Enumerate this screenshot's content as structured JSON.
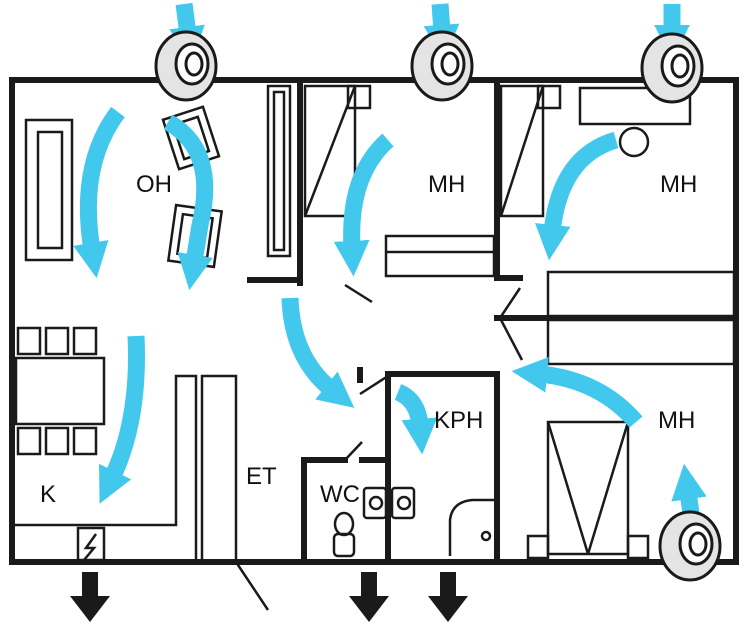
{
  "rooms": {
    "living": "OH",
    "bedroom_1": "MH",
    "bedroom_2": "MH",
    "bedroom_3": "MH",
    "kitchen": "K",
    "hall": "ET",
    "toilet": "WC",
    "bathroom": "KPH"
  },
  "colors": {
    "airflow": "#42c8ec",
    "wall": "#1a1a1a",
    "exhaust": "#1a1a1a",
    "valve_body": "#e4e4e4",
    "background": "#ffffff"
  },
  "icons": {
    "supply_valve": "circular-supply-air-valve-icon",
    "airflow_arrow": "curved-airflow-arrow-icon",
    "exhaust_arrow": "down-arrow-icon"
  }
}
